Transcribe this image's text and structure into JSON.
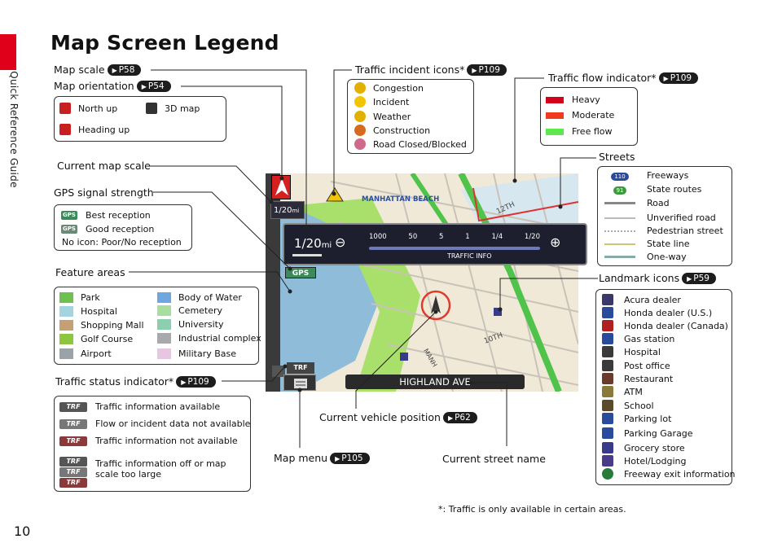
{
  "side_tab": "Quick Reference Guide",
  "page_number": "10",
  "title": "Map Screen Legend",
  "labels": {
    "map_scale": "Map scale",
    "map_scale_ref": "P58",
    "map_orientation": "Map orientation",
    "map_orientation_ref": "P54",
    "current_map_scale": "Current map scale",
    "gps_signal_strength": "GPS signal strength",
    "feature_areas": "Feature areas",
    "traffic_status_indicator": "Traffic status indicator*",
    "traffic_status_ref": "P109",
    "traffic_incident_icons": "Traffic incident icons*",
    "traffic_incident_ref": "P109",
    "traffic_flow_indicator": "Traffic flow indicator*",
    "traffic_flow_ref": "P109",
    "streets": "Streets",
    "landmark_icons": "Landmark icons",
    "landmark_ref": "P59",
    "current_vehicle_position": "Current vehicle position",
    "vehicle_ref": "P62",
    "map_menu": "Map menu",
    "map_menu_ref": "P105",
    "current_street_name": "Current street name"
  },
  "orientation": [
    {
      "label": "North up",
      "icon": "north-up-icon"
    },
    {
      "label": "3D map",
      "icon": "3d-map-icon"
    },
    {
      "label": "Heading up",
      "icon": "heading-up-icon"
    }
  ],
  "gps": {
    "best": "Best reception",
    "good": "Good reception",
    "none": "No icon: Poor/No reception",
    "icon_text": "GPS"
  },
  "feature_areas": [
    {
      "label": "Park",
      "color": "#6fc14f"
    },
    {
      "label": "Body of Water",
      "color": "#6ea6e0"
    },
    {
      "label": "Hospital",
      "color": "#a4d4e0"
    },
    {
      "label": "Cemetery",
      "color": "#a6df9e"
    },
    {
      "label": "Shopping Mall",
      "color": "#c79f74"
    },
    {
      "label": "University",
      "color": "#8ccfae"
    },
    {
      "label": "Golf Course",
      "color": "#8cc63f"
    },
    {
      "label": "Industrial complex",
      "color": "#a7a9ac"
    },
    {
      "label": "Airport",
      "color": "#9aa3a8"
    },
    {
      "label": "Military Base",
      "color": "#e6c6e0"
    }
  ],
  "traffic_status": {
    "icon_text": "TRF",
    "available": "Traffic information available",
    "flow_na": "Flow or incident data not available",
    "not_available": "Traffic information not available",
    "off_line1": "Traffic information off or map",
    "off_line2": "scale too large"
  },
  "incidents": [
    {
      "label": "Congestion",
      "color": "#e2b100"
    },
    {
      "label": "Incident",
      "color": "#f2c500"
    },
    {
      "label": "Weather",
      "color": "#e2b100"
    },
    {
      "label": "Construction",
      "color": "#d66b1f"
    },
    {
      "label": "Road Closed/Blocked",
      "color": "#d06a8a"
    }
  ],
  "flow": [
    {
      "label": "Heavy",
      "color": "#d4001a"
    },
    {
      "label": "Moderate",
      "color": "#ef3a1e"
    },
    {
      "label": "Free flow",
      "color": "#5ee84e"
    }
  ],
  "streets": [
    {
      "label": "Freeways",
      "icon_text": "110"
    },
    {
      "label": "State routes",
      "icon_text": "91"
    },
    {
      "label": "Road"
    },
    {
      "label": "Unverified road"
    },
    {
      "label": "Pedestrian street"
    },
    {
      "label": "State line"
    },
    {
      "label": "One-way"
    }
  ],
  "landmarks": [
    "Acura dealer",
    "Honda dealer (U.S.)",
    "Honda dealer (Canada)",
    "Gas station",
    "Hospital",
    "Post office",
    "Restaurant",
    "ATM",
    "School",
    "Parking lot",
    "Parking Garage",
    "Grocery store",
    "Hotel/Lodging",
    "Freeway exit information"
  ],
  "map": {
    "scale_text": "1/20",
    "scale_unit": "mi",
    "place_name": "MANHATTAN BEACH",
    "street_12th": "12TH",
    "street_10th": "10TH",
    "street_manh": "MANH",
    "scale_bar": {
      "values": [
        "1000",
        "50",
        "5",
        "1",
        "1/4",
        "1/20"
      ],
      "big_scale": "1/20",
      "unit": "mi",
      "traffic_info": "TRAFFIC INFO"
    },
    "gps_text": "GPS",
    "trf_text": "TRF",
    "street_name": "HIGHLAND AVE"
  },
  "footnote": "*: Traffic is only available in certain areas."
}
